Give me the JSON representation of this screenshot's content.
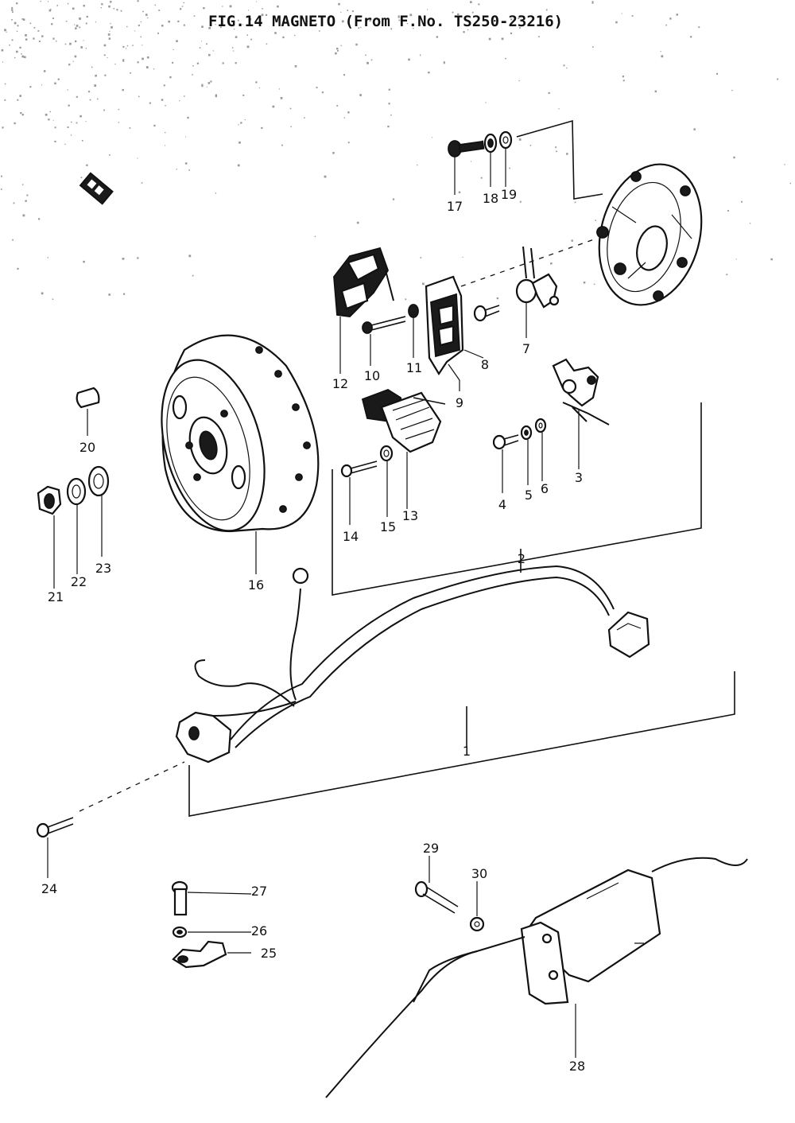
{
  "title": "FIG.14  MAGNETO (From F.No. TS250-23216)",
  "colors": {
    "ink": "#111111",
    "paper": "#ffffff",
    "noise": "#9a9a9a"
  },
  "parts": [
    {
      "id": "1",
      "name": "harness"
    },
    {
      "id": "2",
      "name": "stator-assembly"
    },
    {
      "id": "3",
      "name": "contact-point"
    },
    {
      "id": "4",
      "name": "screw"
    },
    {
      "id": "5",
      "name": "lock-washer"
    },
    {
      "id": "6",
      "name": "washer"
    },
    {
      "id": "7",
      "name": "pulser"
    },
    {
      "id": "8",
      "name": "coil"
    },
    {
      "id": "9",
      "name": "coil"
    },
    {
      "id": "10",
      "name": "screw"
    },
    {
      "id": "11",
      "name": "washer"
    },
    {
      "id": "12",
      "name": "coil"
    },
    {
      "id": "13",
      "name": "coil"
    },
    {
      "id": "14",
      "name": "screw"
    },
    {
      "id": "15",
      "name": "washer"
    },
    {
      "id": "16",
      "name": "rotor"
    },
    {
      "id": "17",
      "name": "screw"
    },
    {
      "id": "18",
      "name": "lock-washer"
    },
    {
      "id": "19",
      "name": "washer"
    },
    {
      "id": "20",
      "name": "key"
    },
    {
      "id": "21",
      "name": "nut"
    },
    {
      "id": "22",
      "name": "lock-washer"
    },
    {
      "id": "23",
      "name": "washer"
    },
    {
      "id": "24",
      "name": "screw"
    },
    {
      "id": "25",
      "name": "clamp"
    },
    {
      "id": "26",
      "name": "lock-washer"
    },
    {
      "id": "27",
      "name": "bolt"
    },
    {
      "id": "28",
      "name": "ignition-coil"
    },
    {
      "id": "29",
      "name": "screw"
    },
    {
      "id": "30",
      "name": "washer"
    }
  ]
}
